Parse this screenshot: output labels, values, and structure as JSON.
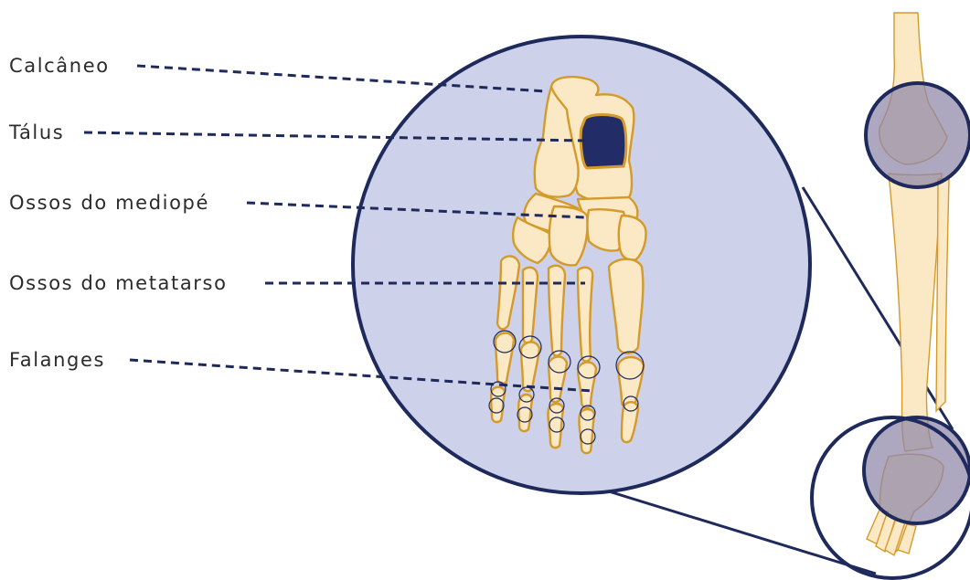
{
  "labels": {
    "calcaneo": "Calcâneo",
    "talus": "Tálus",
    "mediope": "Ossos do mediopé",
    "metatarso": "Ossos do metatarso",
    "falanges": "Falanges"
  },
  "colors": {
    "navy": "#1f2a5c",
    "zoom_fill": "#cdd2ea",
    "bone_fill": "#fbe8c4",
    "bone_stroke": "#d49a2a",
    "highlight_bone": "#222c66",
    "highlight_circle": "#8e86a8"
  }
}
